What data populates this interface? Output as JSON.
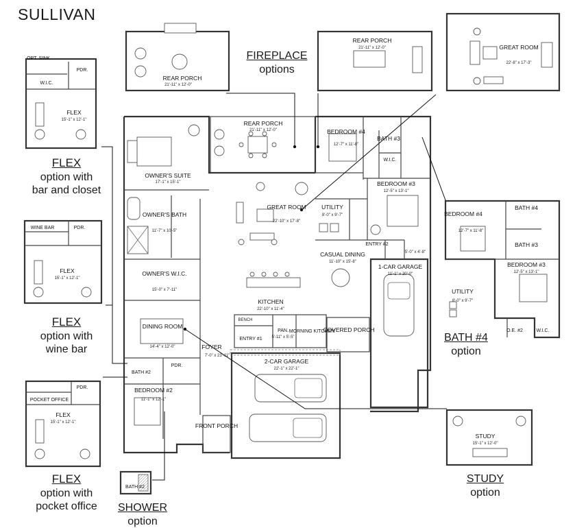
{
  "title": "SULLIVAN",
  "rooms": {
    "rear_porch": {
      "name": "REAR PORCH",
      "dim": "21'-11\" x 12'-0\""
    },
    "owners_suite": {
      "name": "OWNER'S SUITE",
      "dim": "17'-1\" x 15'-1\""
    },
    "bedroom4": {
      "name": "BEDROOM #4",
      "dim": "12'-7\" x 11'-8\""
    },
    "bath3": {
      "name": "BATH #3"
    },
    "wic": {
      "name": "W.I.C."
    },
    "bedroom3": {
      "name": "BEDROOM #3",
      "dim": "12'-5\" x 13'-1\""
    },
    "great_room": {
      "name": "GREAT ROOM",
      "dim": "22'-10\" x 17'-8\""
    },
    "utility": {
      "name": "UTILITY",
      "dim": "8'-0\" x 9'-7\""
    },
    "owners_bath": {
      "name": "OWNER'S BATH",
      "dim": "11'-7\" x 10'-5\""
    },
    "entry2": {
      "name": "ENTRY #2"
    },
    "closet_dim": {
      "dim": "5'-0\" x 4'-8\""
    },
    "casual_dining": {
      "name": "CASUAL DINING",
      "dim": "11'-10\" x 15'-8\""
    },
    "one_car_garage": {
      "name": "1-CAR GARAGE",
      "dim": "11'-1\" x 20'-0\""
    },
    "owners_wic": {
      "name": "OWNER'S W.I.C.",
      "dim": "15'-0\" x 7'-11\""
    },
    "kitchen": {
      "name": "KITCHEN",
      "dim": "22'-10\" x 11'-4\""
    },
    "dining_room": {
      "name": "DINING ROOM",
      "dim": "14'-4\" x 12'-0\""
    },
    "bench": {
      "name": "BENCH"
    },
    "entry1": {
      "name": "ENTRY #1"
    },
    "pantry": {
      "name": "PAN.",
      "dim": "5'-11\" x 5'-5\""
    },
    "morning_kitchen": {
      "name": "MORNING KITCHEN"
    },
    "covered_porch": {
      "name": "COVERED PORCH"
    },
    "foyer": {
      "name": "FOYER",
      "dim": "7'-0\" x 23'-11\""
    },
    "two_car_garage": {
      "name": "2-CAR GARAGE",
      "dim": "22'-1\" x 22'-1\""
    },
    "bath2": {
      "name": "BATH #2"
    },
    "pdr": {
      "name": "PDR."
    },
    "bedroom2": {
      "name": "BEDROOM #2",
      "dim": "11'-1\" x 12'-1\""
    },
    "front_porch": {
      "name": "FRONT PORCH"
    }
  },
  "fireplace": {
    "title": "FIREPLACE",
    "sub": "options",
    "porch_a": {
      "name": "REAR PORCH",
      "dim": "21'-11\" x 12'-0\""
    },
    "porch_b": {
      "name": "REAR PORCH",
      "dim": "21'-11\" x 12'-0\""
    },
    "great_room": {
      "name": "GREAT ROOM",
      "dim": "22'-8\" x 17'-3\""
    }
  },
  "flex_bar": {
    "opt_sink": "OPT. SINK",
    "pdr": "PDR.",
    "wic": "W.I.C.",
    "room": "FLEX",
    "dim": "15'-1\" x 12'-1\"",
    "caption": "FLEX",
    "line2": "option with",
    "line3": "bar and closet"
  },
  "flex_wine": {
    "wine_bar": "WINE BAR",
    "pdr": "PDR.",
    "room": "FLEX",
    "dim": "15'-1\" x 12'-1\"",
    "caption": "FLEX",
    "line2": "option with",
    "line3": "wine bar"
  },
  "flex_pocket": {
    "pdr": "PDR.",
    "pocket": "POCKET OFFICE",
    "room": "FLEX",
    "dim": "15'-1\" x 12'-1\"",
    "caption": "FLEX",
    "line2": "option with",
    "line3": "pocket office"
  },
  "bath4_opt": {
    "bedroom4": "BEDROOM #4",
    "bed4_dim": "12'-7\" x 11'-8\"",
    "bath4": "BATH #4",
    "bath3": "BATH #3",
    "bedroom3": "BEDROOM #3",
    "bed3_dim": "12'-5\" x 13'-1\"",
    "utility": "UTILITY",
    "util_dim": "8'-0\" x 9'-7\"",
    "oe": "O.E. #2",
    "wic": "W.I.C.",
    "caption": "BATH #4",
    "sub": "option"
  },
  "study_opt": {
    "room": "STUDY",
    "dim": "15'-1\" x 12'-0\"",
    "caption": "STUDY",
    "sub": "option"
  },
  "shower_opt": {
    "bath": "BATH #2",
    "caption": "SHOWER",
    "sub": "option"
  }
}
